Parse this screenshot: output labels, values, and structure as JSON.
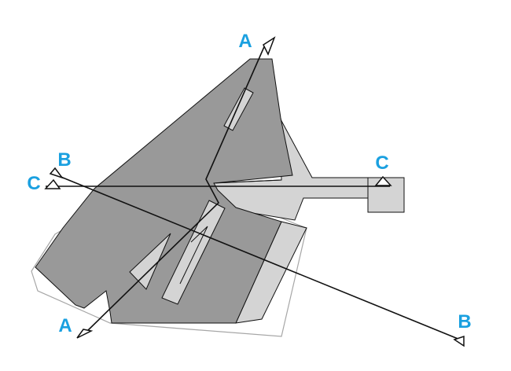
{
  "diagram": {
    "colors": {
      "background": "#ffffff",
      "dark_fill": "#999999",
      "light_fill": "#d4d4d4",
      "outline": "#a6a6a6",
      "line": "#111111",
      "label": "#1aa0e0"
    },
    "section_lines": [
      {
        "id": "A",
        "start_label": "A",
        "end_label": "A"
      },
      {
        "id": "B",
        "start_label": "B",
        "end_label": "B"
      },
      {
        "id": "C",
        "start_label": "C",
        "end_label": "C"
      }
    ]
  }
}
